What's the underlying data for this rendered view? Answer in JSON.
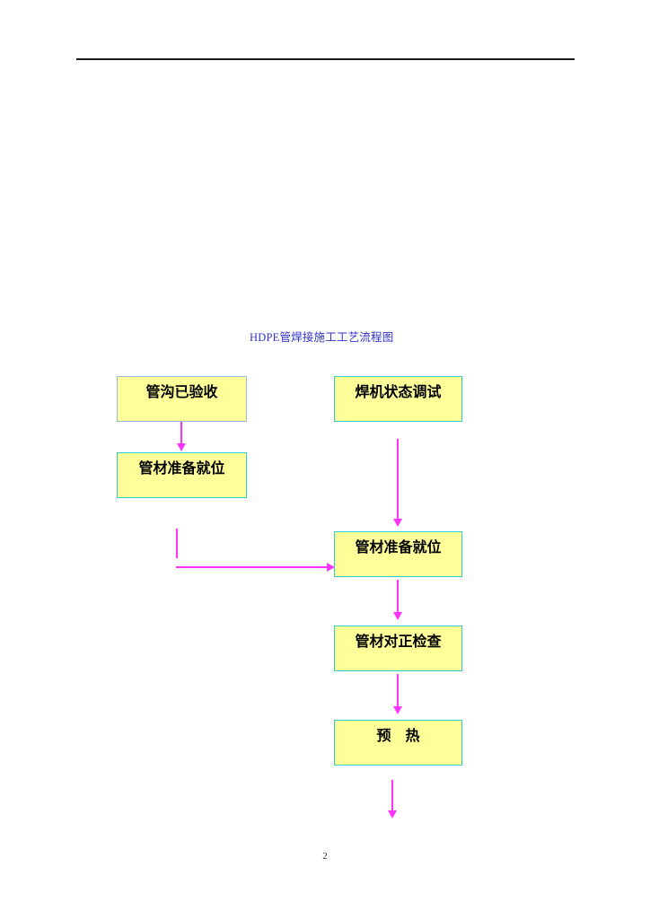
{
  "document": {
    "page_number": "2"
  },
  "diagram": {
    "title": "HDPE管焊接施工工艺流程图",
    "colors": {
      "box_fill": "#ffff99",
      "box_border_cyan": "#33cccc",
      "box_border_blue": "#99bbdd",
      "connector": "#ff33ff",
      "title_text": "#3333cc"
    },
    "nodes": [
      {
        "id": "trench-accepted",
        "label": "管沟已验收",
        "column": "left"
      },
      {
        "id": "pipe-ready-left",
        "label": "管材准备就位",
        "column": "left"
      },
      {
        "id": "welder-commissioning",
        "label": "焊机状态调试",
        "column": "right"
      },
      {
        "id": "pipe-ready-right",
        "label": "管材准备就位",
        "column": "right"
      },
      {
        "id": "pipe-alignment-check",
        "label": "管材对正检查",
        "column": "right"
      },
      {
        "id": "preheat",
        "label": "预　热",
        "column": "right"
      }
    ],
    "connectors": [
      {
        "from": "trench-accepted",
        "to": "pipe-ready-left",
        "direction": "down"
      },
      {
        "from": "welder-commissioning",
        "to": "pipe-ready-right",
        "direction": "down"
      },
      {
        "from": "pipe-ready-left",
        "to": "pipe-ready-right",
        "direction": "right"
      },
      {
        "from": "pipe-ready-right",
        "to": "pipe-alignment-check",
        "direction": "down"
      },
      {
        "from": "pipe-alignment-check",
        "to": "preheat",
        "direction": "down"
      },
      {
        "from": "preheat",
        "to": "",
        "direction": "down"
      }
    ]
  }
}
